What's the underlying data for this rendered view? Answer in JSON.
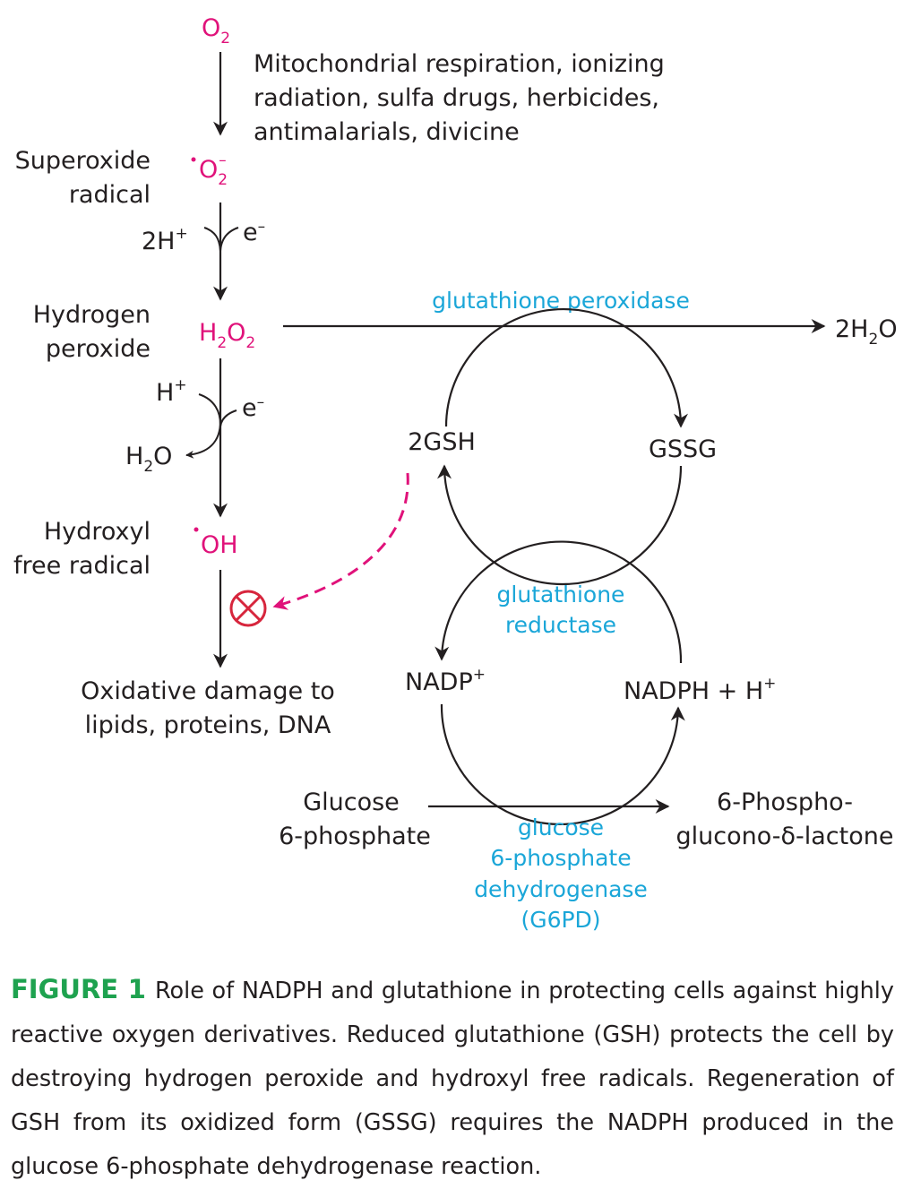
{
  "diagram": {
    "o2": "O",
    "o2_sub": "2",
    "causes": [
      "Mitochondrial respiration, ionizing",
      "radiation, sulfa drugs, herbicides,",
      "antimalarials, divicine"
    ],
    "superoxide_label": [
      "Superoxide",
      "radical"
    ],
    "superoxide_sym": "O",
    "superoxide_sub": "2",
    "superoxide_sup": "–",
    "step1_proton": "2H",
    "step1_proton_sup": "+",
    "step1_electron": "e",
    "step1_electron_sup": "–",
    "h2o2_label": [
      "Hydrogen",
      "peroxide"
    ],
    "h2o2_sym": [
      "H",
      "2",
      "O",
      "2"
    ],
    "step2_proton": "H",
    "step2_proton_sup": "+",
    "step2_electron": "e",
    "step2_electron_sup": "–",
    "water_out": [
      "H",
      "2",
      "O"
    ],
    "hydroxyl_label": [
      "Hydroxyl",
      "free radical"
    ],
    "hydroxyl_sym": "OH",
    "damage": [
      "Oxidative damage to",
      "lipids, proteins, DNA"
    ],
    "enzyme_peroxidase": "glutathione peroxidase",
    "product_water": [
      "2H",
      "2",
      "O"
    ],
    "gsh": "2GSH",
    "gssg": "GSSG",
    "enzyme_reductase": [
      "glutathione",
      "reductase"
    ],
    "nadp": "NADP",
    "nadp_sup": "+",
    "nadph": "NADPH + H",
    "nadph_sup": "+",
    "g6p": [
      "Glucose",
      "6-phosphate"
    ],
    "lactone": [
      "6-Phospho-",
      "glucono-δ-lactone"
    ],
    "enzyme_g6pd": [
      "glucose",
      "6-phosphate",
      "dehydrogenase",
      "(G6PD)"
    ],
    "colors": {
      "species": "#e0127a",
      "enzyme": "#1aa6d8",
      "inhibit": "#d7263d",
      "figure_label": "#1ea24f"
    }
  },
  "caption": {
    "label": "FIGURE 1",
    "text": "Role of NADPH and glutathione in protecting cells against highly reactive oxygen derivatives. Reduced glutathione (GSH) protects the cell by destroying hydrogen peroxide and hydroxyl free radicals. Regeneration of GSH from its oxidized form (GSSG) requires the NADPH produced in the glucose 6-phosphate dehydrogenase reaction."
  }
}
